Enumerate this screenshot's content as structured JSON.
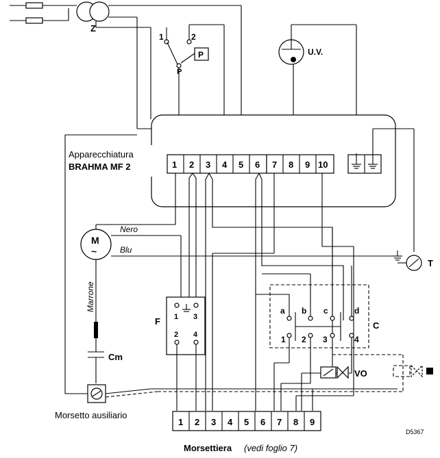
{
  "transformer": {
    "label": "Z"
  },
  "pressostat": {
    "label": "P",
    "contact_1": "1",
    "contact_2": "2",
    "common": "P"
  },
  "uv_sensor": {
    "label": "U.V."
  },
  "control_box": {
    "title_line1": "Apparecchiatura",
    "title_line2": "BRAHMA  MF 2",
    "terminals": [
      "1",
      "2",
      "3",
      "4",
      "5",
      "6",
      "7",
      "8",
      "9",
      "10"
    ]
  },
  "motor": {
    "label": "M",
    "symbol": "~",
    "wire_nero": "Nero",
    "wire_blu": "Blu",
    "wire_marrone": "Marrone"
  },
  "capacitor": {
    "label": "Cm"
  },
  "thermostat": {
    "label": "T"
  },
  "filter": {
    "label": "F",
    "pins": [
      "1",
      "3",
      "2",
      "4"
    ]
  },
  "contactor": {
    "label": "C",
    "top_contacts": [
      "a",
      "b",
      "c",
      "d"
    ],
    "bottom_contacts": [
      "1",
      "2",
      "3",
      "4"
    ]
  },
  "valve": {
    "label": "VO"
  },
  "aux_terminal": {
    "label": "Morsetto ausiliario"
  },
  "terminal_block": {
    "label": "Morsettiera",
    "note": "(vedi foglio 7)",
    "terminals": [
      "1",
      "2",
      "3",
      "4",
      "5",
      "6",
      "7",
      "8",
      "9"
    ]
  },
  "drawing_code": "D5367",
  "icons": [
    "ground-icon",
    "thermostat-icon",
    "solenoid-icon"
  ]
}
